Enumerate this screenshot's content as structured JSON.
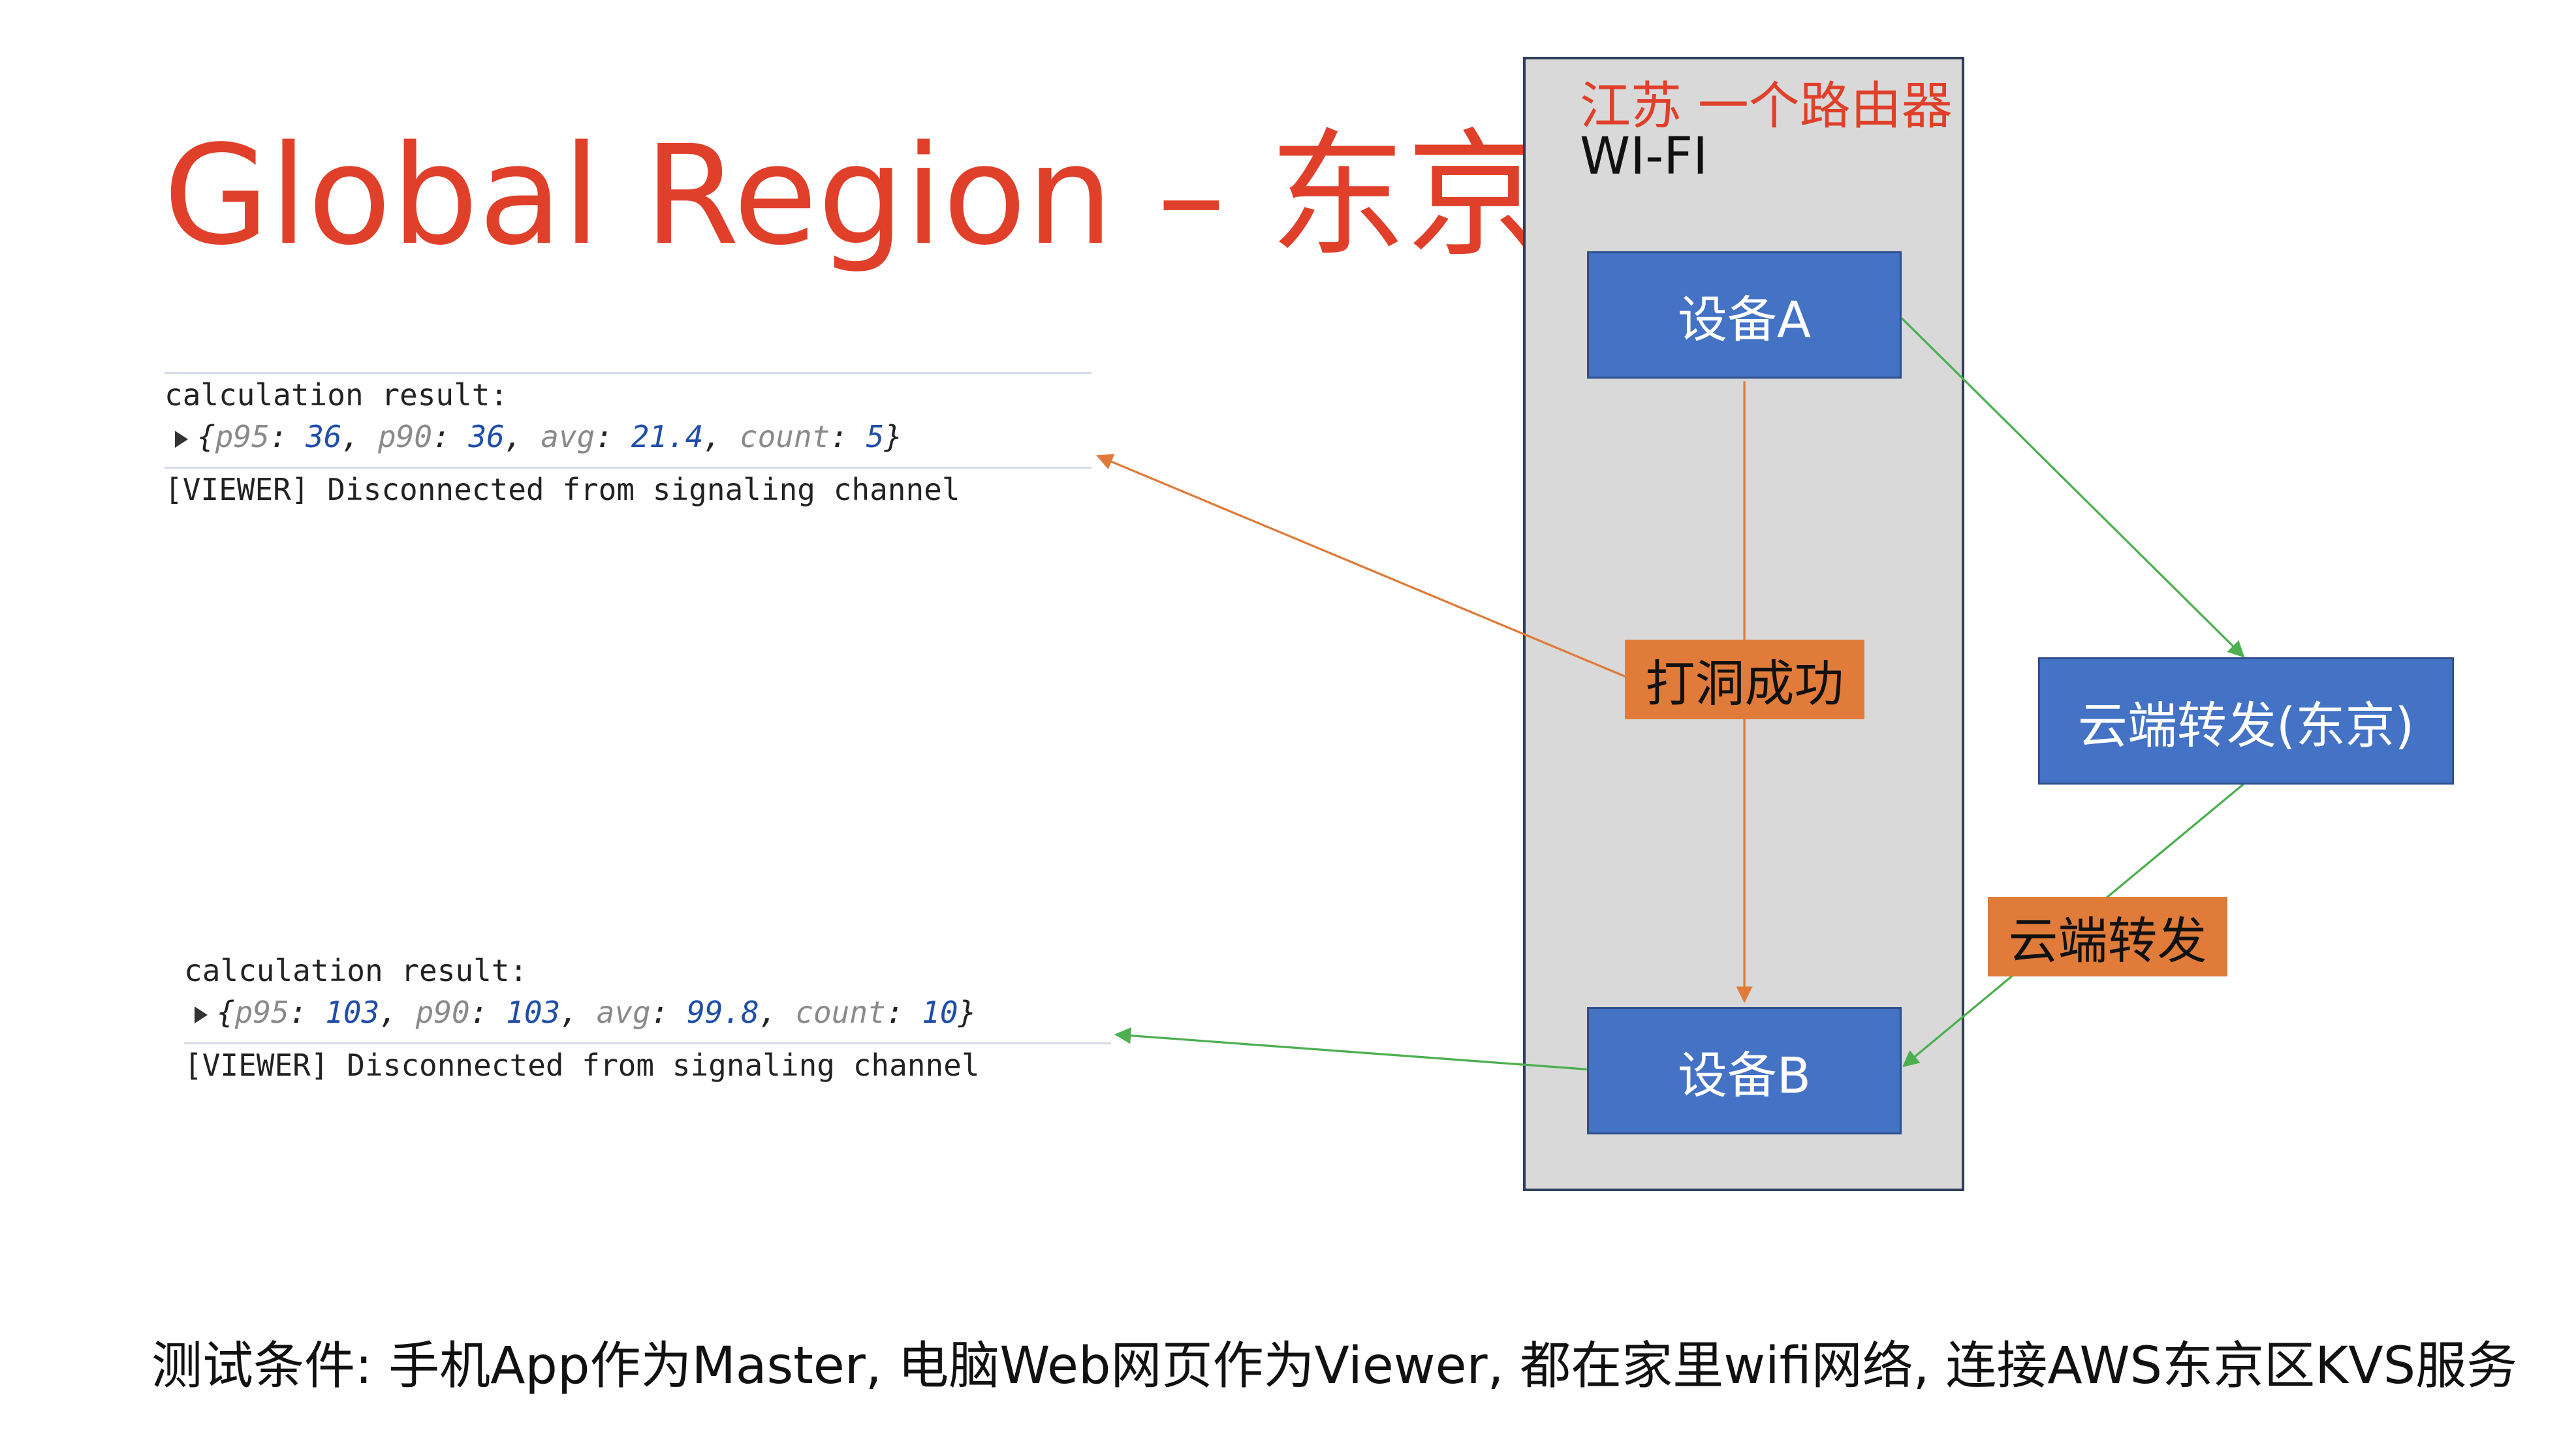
{
  "title": "Global Region – 东京",
  "console_top": {
    "label": "calculation result:",
    "obj": [
      {
        "k": "p95",
        "v": "36"
      },
      {
        "k": "p90",
        "v": "36"
      },
      {
        "k": "avg",
        "v": "21.4"
      },
      {
        "k": "count",
        "v": "5"
      }
    ],
    "status": "[VIEWER] Disconnected from signaling channel"
  },
  "console_bottom": {
    "label": "calculation result:",
    "obj": [
      {
        "k": "p95",
        "v": "103"
      },
      {
        "k": "p90",
        "v": "103"
      },
      {
        "k": "avg",
        "v": "99.8"
      },
      {
        "k": "count",
        "v": "10"
      }
    ],
    "status": "[VIEWER] Disconnected from signaling channel"
  },
  "region": {
    "title": "江苏 一个路由器",
    "subtitle": "WI-FI"
  },
  "nodes": {
    "device_a": "设备A",
    "device_b": "设备B",
    "cloud_relay": "云端转发(东京)"
  },
  "tags": {
    "p2p_success": "打洞成功",
    "cloud_forward": "云端转发"
  },
  "caption": "测试条件: 手机App作为Master, 电脑Web网页作为Viewer, 都在家里wifi网络, 连接AWS东京区KVS服务",
  "colors": {
    "title_red": "#e0402a",
    "node_blue": "#4472c4",
    "tag_orange": "#e07b39",
    "edge_orange": "#e07b39",
    "edge_green": "#4caf50",
    "region_gray": "#d9d9d9"
  }
}
